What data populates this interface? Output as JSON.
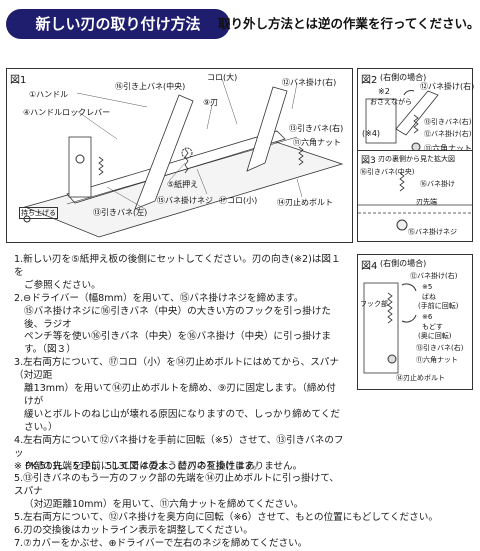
{
  "header": {
    "title": "新しい刃の取り付け方法",
    "subtitle": "取り外し方法とは逆の作業を行ってください。"
  },
  "fig1": {
    "title": "図1",
    "labels": {
      "spring_hook_center": "⑯引き上バネ(中央)",
      "handle": "①ハンドル",
      "handle_lock_lever": "④ハンドルロックレバー",
      "roller_large": "コロ(大)",
      "blade": "⑨刃",
      "spring_hook_right": "⑫バネ掛け(右)",
      "pull_spring_right": "⑬引きバネ(右)",
      "hex_nut": "⑪六角ナット",
      "paper_holder": "⑤紙押え",
      "spring_screw": "⑮バネ掛けネジ",
      "roller_small": "⑰コロ(小)",
      "pull_spring_left": "⑬引きバネ(左)",
      "blade_bolt": "⑭刃止めボルト",
      "hold_it": "持ち上げる"
    }
  },
  "fig2": {
    "title": "図2",
    "side": "(右側の場合)",
    "labels": {
      "spring_hook_right": "⑫バネ掛け(右)",
      "ref2": "※2",
      "tip": "おさえながら",
      "hex_nut": "⑪六角ナット",
      "ref4": "(※4)",
      "pull_spring_right": "⑬引きバネ(右)",
      "spring_hook_right2": "⑫バネ掛け(右)"
    }
  },
  "fig3": {
    "title": "図3",
    "caption": "刃の裏側から見た拡大図",
    "labels": {
      "pull_spring_center": "⑯引きバネ(中央)",
      "spring_hook_center": "⑯バネ掛け",
      "blade_edge": "刃先端",
      "spring_screw": "⑮バネ掛けネジ"
    }
  },
  "fig4": {
    "title": "図4",
    "side": "(右側の場合)",
    "labels": {
      "spring_hook_right": "⑫バネ掛け(右)",
      "ref5": "※5",
      "spring": "ばね",
      "forward_rotate": "(手前に回転)",
      "hook_part": "フック部",
      "ref6": "※6",
      "back": "もどす",
      "back_rotate": "(奥に回転)",
      "pull_spring_right": "⑬引きバネ(右)",
      "hex_nut": "⑪六角ナット",
      "blade_bolt": "⑭刃止めボルト"
    }
  },
  "instructions": [
    "1.新しい刃を⑤紙押え板の後側にセットしてください。刃の向き(※2)は図１を",
    "ご参照ください。",
    "2.⊖ドライバー（幅8mm）を用いて、⑮バネ掛けネジを締めます。",
    "⑮バネ掛けネジに⑯引きバネ（中央）の大きい方のフックを引っ掛けた後、ラジオ",
    "ペンチ等を使い⑯引きバネ（中央）を⑯バネ掛け（中央）に引っ掛けます。（図３）",
    "3.左右両方について、⑰コロ（小）を⑭刃止めボルトにはめてから、スパナ（対辺距",
    "離13mm）を用いて⑭刃止めボルトを締め、⑨刃に固定します。（締め付けが",
    "緩いとボルトのねじ山が壊れる原因になりますので、しっかり締めてください。）",
    "4.左右両方について⑫バネ掛けを手前に回転（※5）させて、⑬引きバネのフッ",
    "ク部の先端を手前にして図４のようにバネを掛けます。",
    "5.⑬引きバネのもう一方のフック部の先端を⑭刃止めボルトに引っ掛けて、スパナ",
    "（対辺距離10mm）を用いて、⑪六角ナットを締めてください。",
    "5.左右両方について、⑫バネ掛けを奥方向に回転（※6）させて、もとの位置にもどしてください。",
    "6.刃の交換後はカットライン表示を調整してください。",
    "7.⑦カバーをかぶせ、⊕ドライバーで左右のネジを締めてください。"
  ],
  "note": "※ PK-511L、512L、513Lでは受木、替刃の互換性はありません。"
}
